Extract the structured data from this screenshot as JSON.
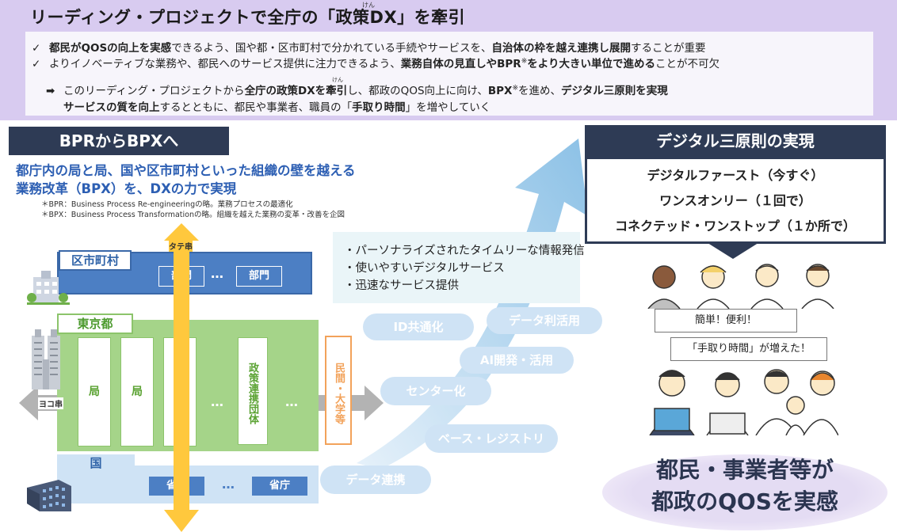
{
  "header": {
    "title": "リーディング・プロジェクトで全庁の「政策DX」を牽引",
    "ruby": "けん",
    "checkmark": "✓",
    "arrow_mark": "➡",
    "bullets": [
      [
        "",
        "都民がQOSの向上を実感",
        "できるよう、国や都・区市町村で分かれている手続やサービスを、",
        "自治体の枠を越え連携し展開",
        "することが重要"
      ],
      [
        "",
        "",
        "よりイノベーティブな業務や、都民へのサービス提供に注力できるよう、",
        "業務自体の見直しやBPR",
        "",
        "※",
        "を",
        "より大きい単位で進める",
        "ことが不可欠"
      ]
    ],
    "arrow_line1": [
      "このリーディング・プロジェクトから",
      "全庁の政策DXを牽引",
      "し、都政のQOS向上に向け、",
      "BPX",
      "※",
      "を進め、",
      "デジタル三原則を実現"
    ],
    "arrow_line2": [
      "サービスの質を向上",
      "するとともに、都民や事業者、職員の「",
      "手取り時間",
      "」を増やしていく"
    ]
  },
  "left": {
    "banner": "BPRからBPXへ",
    "lead1": "都庁内の局と局、国や区市町村といった組織の壁を越える",
    "lead2": "業務改革（BPX）を、DXの力で実現",
    "note1": "＊BPR：Business Process Re-engineeringの略。業務プロセスの最適化",
    "note2": "＊BPX：Business Process Transformationの略。組織を越えた業務の変革・改善を企図",
    "vertical_label": "タテ串",
    "horizontal_label": "ヨコ串",
    "municipality": {
      "label": "区市町村",
      "dept1": "部門",
      "dept2": "部門",
      "dots": "…"
    },
    "tokyo": {
      "label": "東京都",
      "kyoku": [
        "局",
        "局",
        "局"
      ],
      "dots": "…",
      "dots2": "…",
      "policy_group": "政策連携団体"
    },
    "private": "民間・大学等",
    "national": {
      "label": "国",
      "ministry1": "省庁",
      "ministry2": "省庁",
      "dots": "…"
    },
    "info": [
      "・パーソナライズされたタイムリーな情報発信",
      "・使いやすいデジタルサービス",
      "・迅速なサービス提供"
    ],
    "pills": [
      "ID共通化",
      "データ利活用",
      "AI開発・活用",
      "センター化",
      "ベース・レジストリ",
      "データ連携"
    ]
  },
  "right": {
    "banner": "デジタル三原則の実現",
    "principles": [
      "デジタルファースト（今すぐ）",
      "ワンスオンリー（１回で）",
      "コネクテッド・ワンストップ（１か所で）"
    ],
    "bubble1": "簡単！便利！",
    "bubble2": "「手取り時間」が増えた！",
    "final1": "都民・事業者等が",
    "final2": "都政のQOSを実感"
  },
  "colors": {
    "header_bg": "#d8cbf0",
    "banner": "#2e3b55",
    "lead_blue": "#2d5fb3",
    "municipality_blue": "#4c7fc4",
    "tokyo_green": "#a5d489",
    "arrow_yellow": "#ffc83d",
    "private_orange": "#f2a25a"
  }
}
